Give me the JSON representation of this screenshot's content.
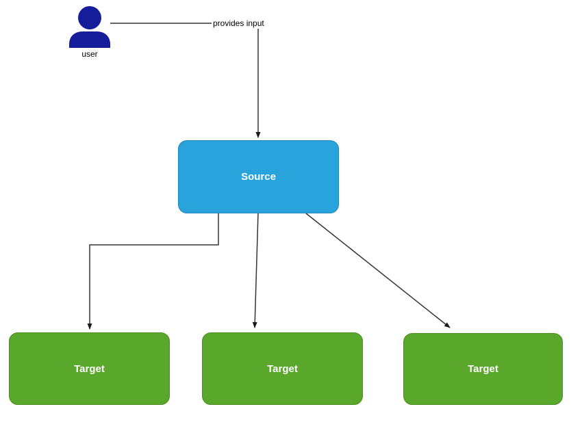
{
  "diagram": {
    "user": {
      "label": "user"
    },
    "edges": {
      "user_to_source_label": "provides input"
    },
    "source": {
      "label": "Source"
    },
    "targets": [
      {
        "label": "Target"
      },
      {
        "label": "Target"
      },
      {
        "label": "Target"
      }
    ]
  },
  "colors": {
    "background": "#ffffff",
    "source_fill": "#29a3dc",
    "source_border": "#2285b8",
    "target_fill": "#5aa82b",
    "target_border": "#4c8e20",
    "user_icon": "#161d9a",
    "edge_line": "#333333",
    "arrowhead": "#1a1a1a",
    "node_text": "#ffffff",
    "label_text": "#000000"
  }
}
